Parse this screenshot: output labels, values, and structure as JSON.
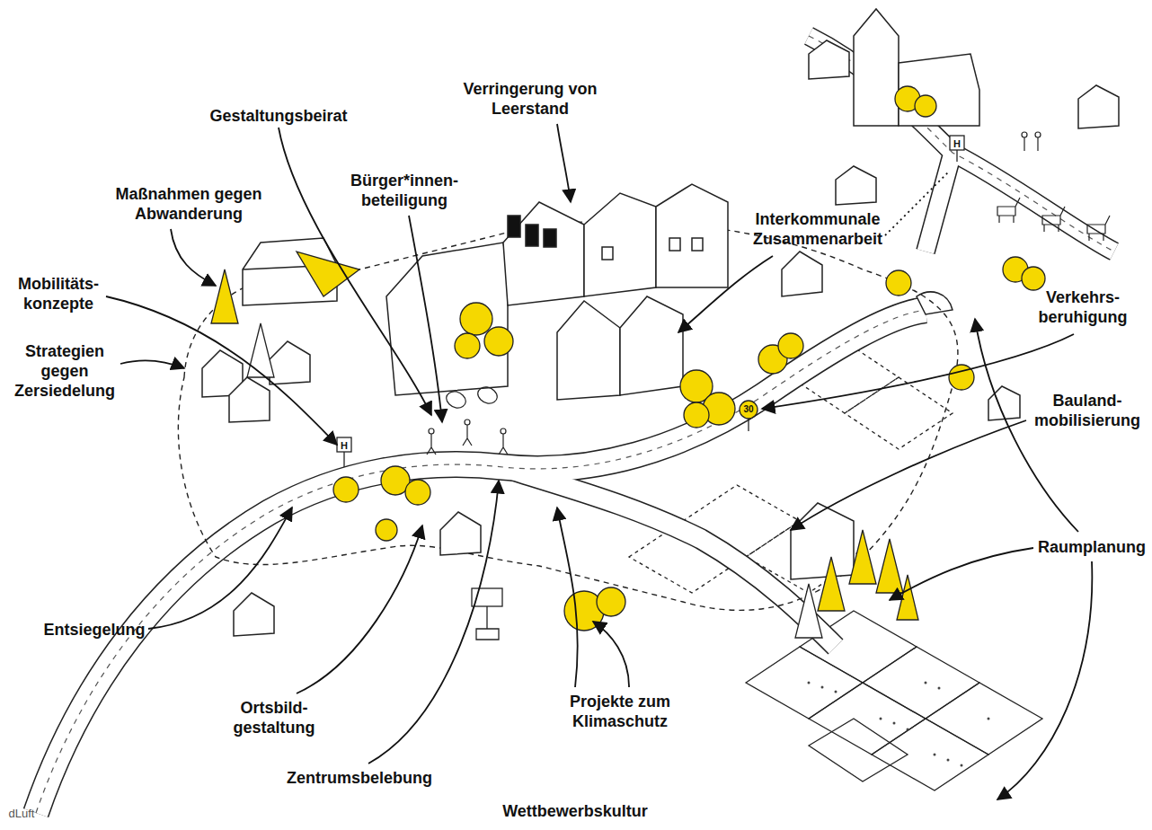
{
  "diagram": {
    "labels": [
      "Gestaltungsbeirat",
      "Verringerung von Leerstand",
      "Maßnahmen gegen Abwanderung",
      "Bürger*innen- beteiligung",
      "Interkommunale Zusammenarbeit",
      "Mobilitäts- konzepte",
      "Strategien gegen Zersiedelung",
      "Verkehrs- beruhigung",
      "Bauland- mobilisierung",
      "Raumplanung",
      "Entsiegelung",
      "Ortsbild- gestaltung",
      "Zentrumsbelebung",
      "Projekte zum Klimaschutz",
      "Wettbewerbskultur",
      "H",
      "H",
      "30",
      "dLuft"
    ]
  }
}
